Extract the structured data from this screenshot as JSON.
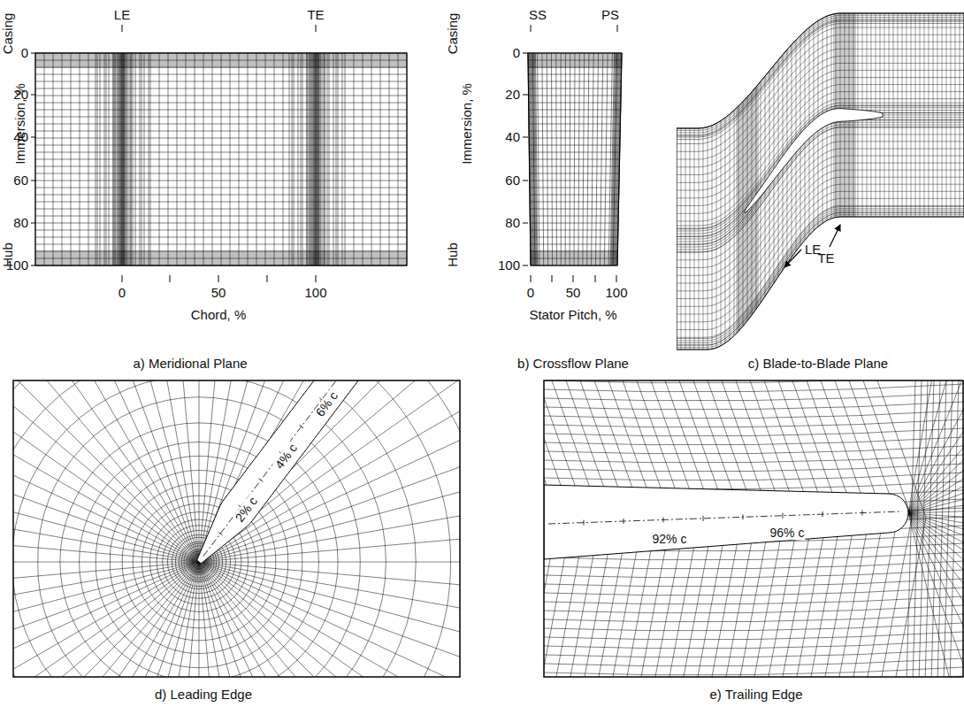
{
  "diagram": {
    "labels": [
      "LE",
      "TE",
      "Casing",
      "Immersion, %",
      "Hub",
      "0",
      "20",
      "40",
      "60",
      "80",
      "100",
      "0",
      "50",
      "100",
      "Chord, %",
      "a) Meridional Plane",
      "SS",
      "PS",
      "Casing",
      "Immersion, %",
      "Hub",
      "0",
      "20",
      "40",
      "60",
      "80",
      "100",
      "0",
      "50",
      "100",
      "Stator Pitch, %",
      "b) Crossflow Plane",
      "LE",
      "TE",
      "c) Blade-to-Blade Plane",
      "2% c",
      "4% c",
      "6% c",
      "d) Leading Edge",
      "92% c",
      "96% c",
      "e) Trailing Edge"
    ]
  }
}
